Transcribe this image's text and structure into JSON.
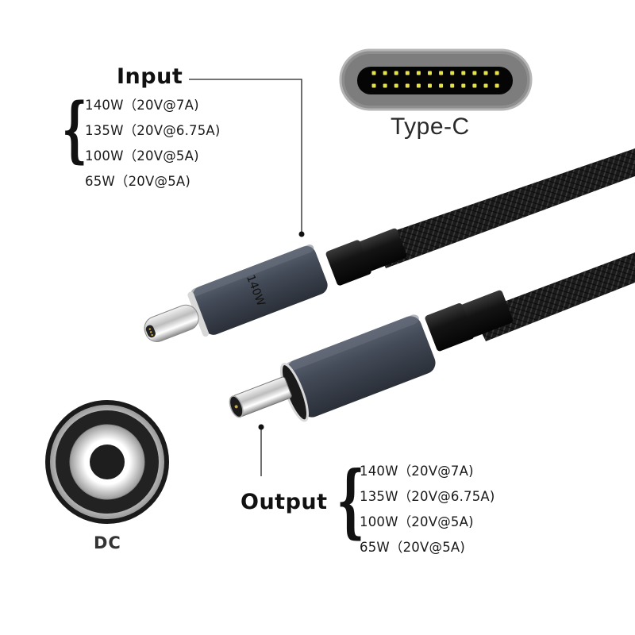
{
  "input": {
    "heading": "Input",
    "specs": [
      "140W（20V@7A)",
      "135W（20V@6.75A)",
      "100W（20V@5A)",
      "65W（20V@5A)"
    ]
  },
  "output": {
    "heading": "Output",
    "specs": [
      "140W（20V@7A)",
      "135W（20V@6.75A)",
      "100W（20V@5A)",
      "65W（20V@5A)"
    ]
  },
  "typec_icon": {
    "label": "Type-C",
    "pin_count_per_row": 12,
    "pin_color": "#e6e34a"
  },
  "dc_icon": {
    "label": "DC"
  },
  "cable": {
    "connector_marking": "140W",
    "shell_color": "#3e4450",
    "braid_color": "#1c1c1c"
  },
  "brace_glyph": "{"
}
